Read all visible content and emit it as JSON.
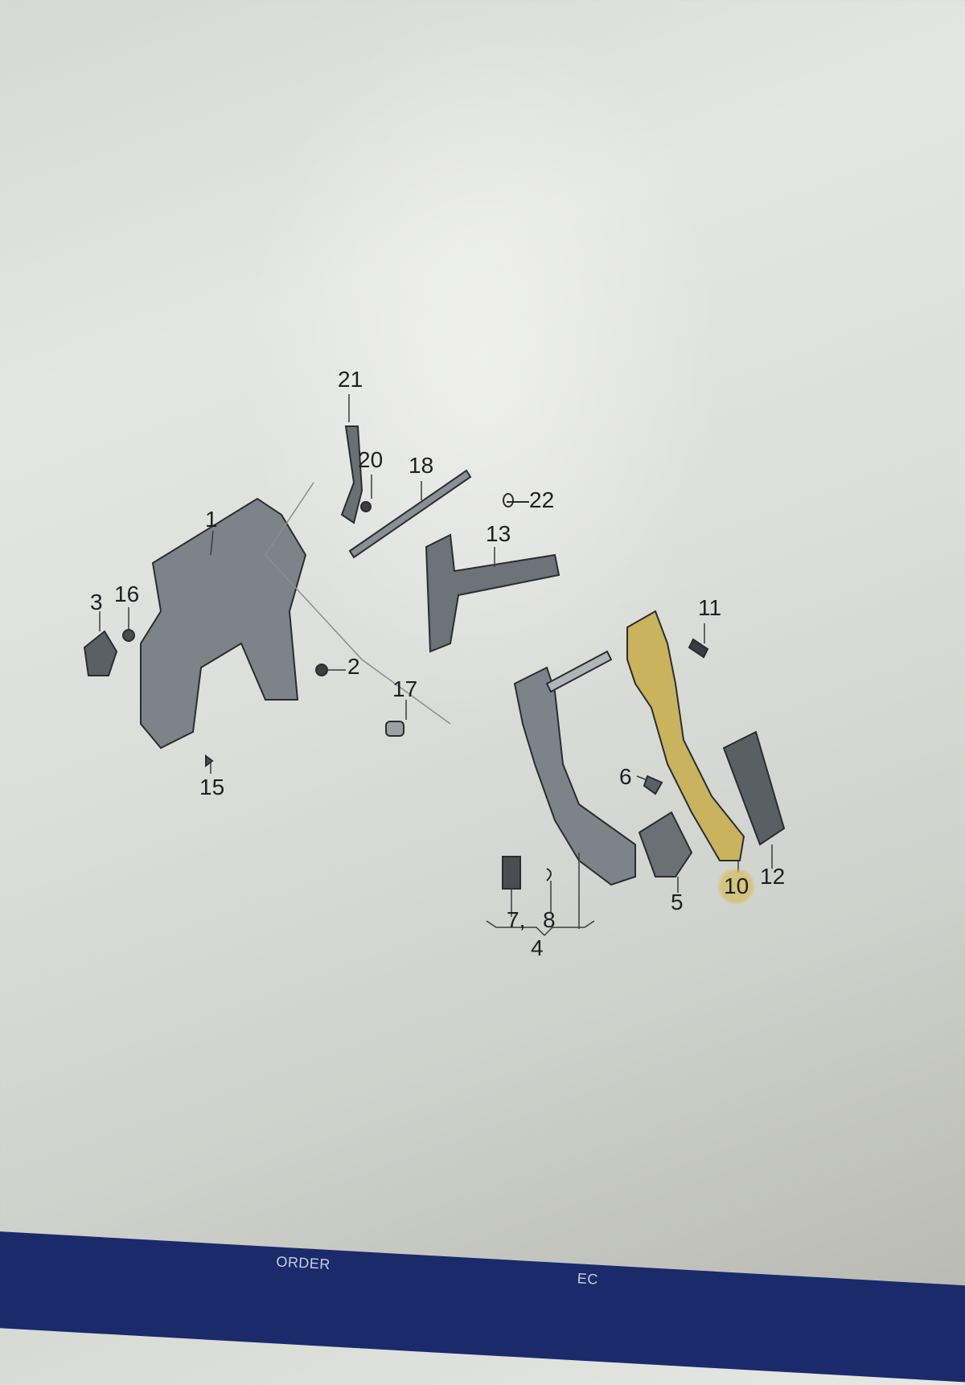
{
  "diagram": {
    "title": "Pedal assembly exploded view",
    "highlight_color": "#d6be5a",
    "callouts": [
      "21",
      "20",
      "18",
      "22",
      "13",
      "1",
      "3",
      "16",
      "2",
      "17",
      "15",
      "11",
      "6",
      "10",
      "12",
      "5",
      "7,",
      "8",
      "4"
    ]
  },
  "toolbar": {
    "order_label": "ORDER",
    "ec_label": "EC"
  }
}
